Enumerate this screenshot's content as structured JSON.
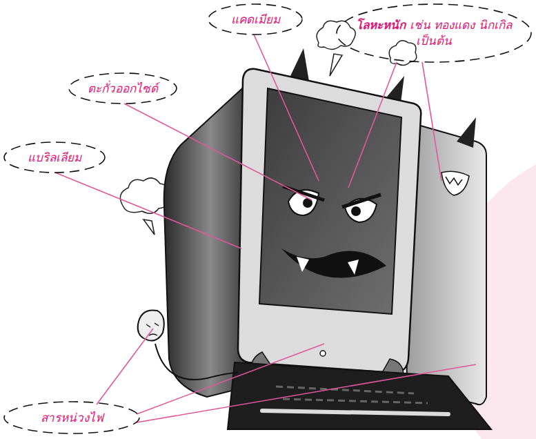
{
  "diagram": {
    "nodes": [
      {
        "text": [
          "แคดเมียม"
        ]
      },
      {
        "text": [
          "โลหะหนัก",
          "เช่น ทองแดง นิกเกิล เป็นต้น"
        ]
      },
      {
        "text": [
          "ตะกั่วออกไซด์"
        ]
      },
      {
        "text": [
          "แบริลเลียม"
        ]
      },
      {
        "text": [
          "สารหน่วงไฟ"
        ]
      }
    ]
  }
}
